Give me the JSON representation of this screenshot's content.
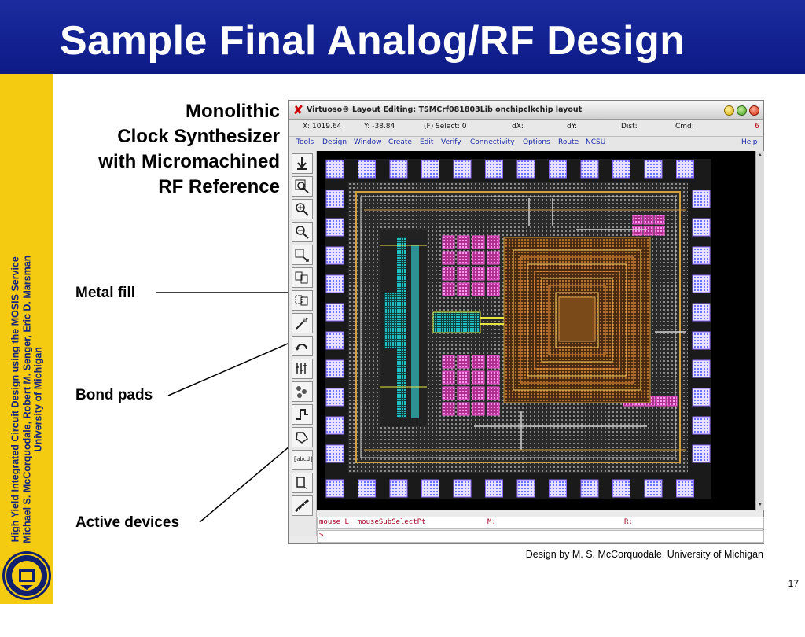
{
  "slide": {
    "title": "Sample Final Analog/RF Design",
    "sidebar_text_line1": "High Yield Integrated Circuit Design using the MOSIS Service",
    "sidebar_text_line2": "Michael S. McCorquodale, Robert M. Senger, Eric D. Marsman",
    "sidebar_text_line3": "University of Michigan",
    "callout_title_line1": "Monolithic",
    "callout_title_line2": "Clock Synthesizer",
    "callout_title_line3": "with Micromachined",
    "callout_title_line4": "RF Reference",
    "label_metal_fill": "Metal fill",
    "label_bond_pads": "Bond pads",
    "label_active_devices": "Active devices",
    "credit": "Design by M. S. McCorquodale, University of Michigan",
    "page_number": "17"
  },
  "window": {
    "title": "Virtuoso® Layout Editing: TSMCrf081803Lib onchipclkchip layout",
    "status": {
      "x": "X:  1019.64",
      "y": "Y:  -38.84",
      "select": "(F) Select: 0",
      "dx": "dX:",
      "dy": "dY:",
      "dist": "Dist:",
      "cmd": "Cmd:",
      "num": "6"
    },
    "menus": [
      "Tools",
      "Design",
      "Window",
      "Create",
      "Edit",
      "Verify",
      "Connectivity",
      "Options",
      "Route",
      "NCSU"
    ],
    "help": "Help",
    "tools": [
      "save-icon",
      "zoom-fit-icon",
      "zoom-in-icon",
      "zoom-out-icon",
      "stretch-icon",
      "copy-icon",
      "move-icon",
      "delete-icon",
      "undo-icon",
      "property-icon",
      "instance-icon",
      "path-icon",
      "polygon-icon",
      "label-icon",
      "rectangle-icon",
      "ruler-icon"
    ],
    "tool_label_text": "[abcd]",
    "mouse_left": "mouse L: mouseSubSelectPt",
    "mouse_mid": "M:",
    "mouse_right": "R:",
    "prompt": ">",
    "colors": {
      "title_bar": "#0c1a86",
      "sidebar": "#f5cb12",
      "menu_text": "#1a2aa8",
      "message_text": "#a00020"
    }
  }
}
